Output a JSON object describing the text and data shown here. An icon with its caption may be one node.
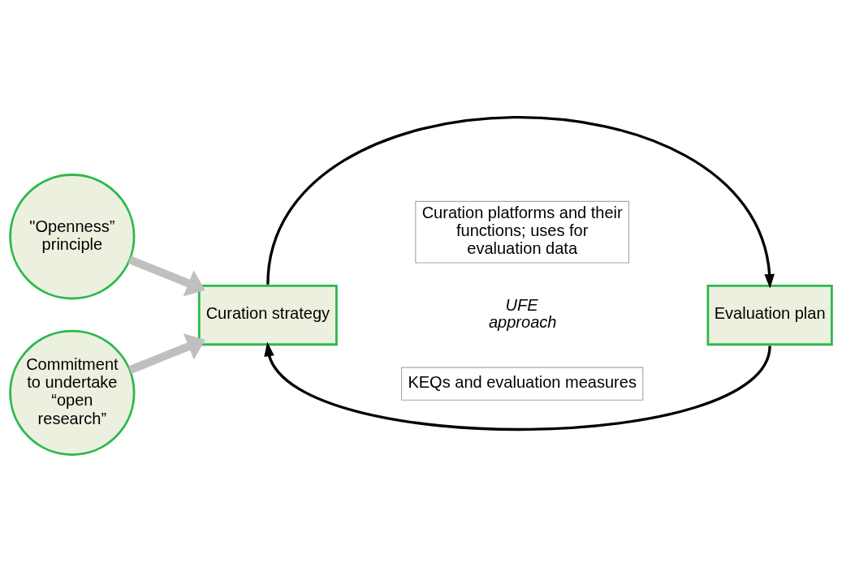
{
  "diagram": {
    "nodes": [
      {
        "text": [
          "\"Openness” principle"
        ]
      },
      {
        "text": [
          "Commitment to undertake “open research”"
        ]
      },
      {
        "text": [
          "Curation strategy"
        ]
      },
      {
        "text": [
          "Evaluation plan"
        ]
      },
      {
        "text": [
          "Curation platforms and their functions; uses for evaluation data"
        ]
      },
      {
        "text": [
          "KEQs and evaluation measures"
        ]
      }
    ],
    "edges": [
      {
        "from": 0,
        "to": 2,
        "arrow": "to",
        "style": "thick",
        "color": "#bfbfbf"
      },
      {
        "from": 1,
        "to": 2,
        "arrow": "to",
        "style": "thick",
        "color": "#bfbfbf"
      },
      {
        "from": 2,
        "to": 3,
        "arrow": "to",
        "color": "#000000"
      },
      {
        "from": 3,
        "to": 2,
        "arrow": "to",
        "color": "#000000"
      }
    ],
    "labels": [
      "UFE approach"
    ]
  }
}
